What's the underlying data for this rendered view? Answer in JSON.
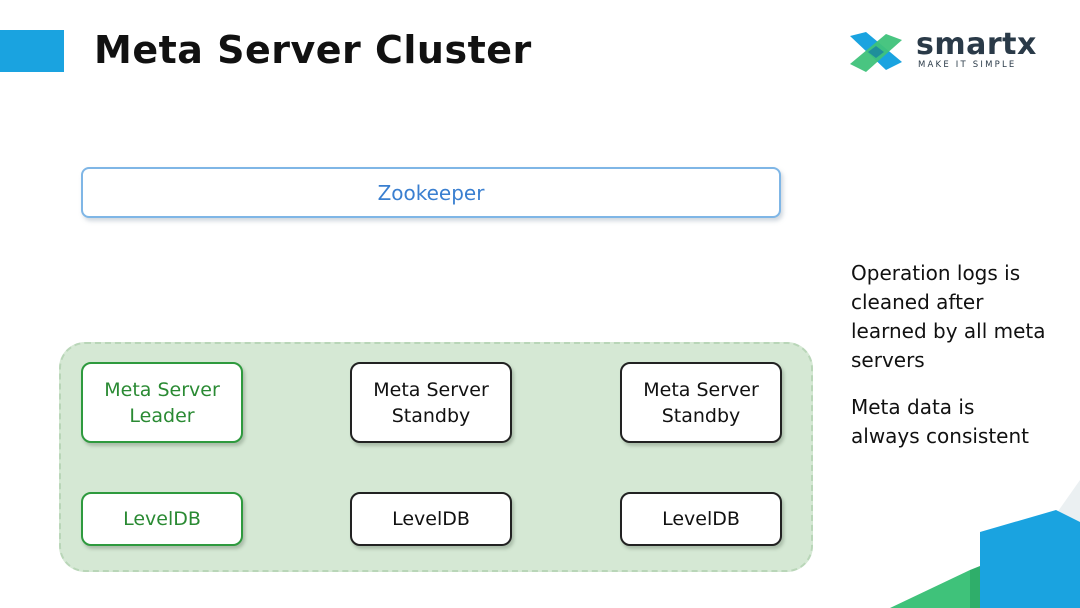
{
  "slide": {
    "title": "Meta Server Cluster",
    "accent_color": "#1aa3e0"
  },
  "logo": {
    "wordmark": "smartx",
    "tagline": "MAKE IT SIMPLE",
    "mark_colors": [
      "#1aa3e0",
      "#3fc27a"
    ]
  },
  "diagram": {
    "zookeeper": {
      "label": "Zookeeper",
      "border_color": "#7fb6e6",
      "text_color": "#3a7fd0"
    },
    "cluster": {
      "background_color": "#d5e8d4",
      "nodes": [
        {
          "server": "Meta Server\nLeader",
          "db": "LevelDB",
          "role": "leader",
          "color": "#2a8a33"
        },
        {
          "server": "Meta Server\nStandby",
          "db": "LevelDB",
          "role": "standby",
          "color": "#111111"
        },
        {
          "server": "Meta Server\nStandby",
          "db": "LevelDB",
          "role": "standby",
          "color": "#111111"
        }
      ]
    }
  },
  "notes": [
    "Operation logs  is\ncleaned after\nlearned by all meta\nservers",
    "Meta data is\nalways consistent"
  ]
}
